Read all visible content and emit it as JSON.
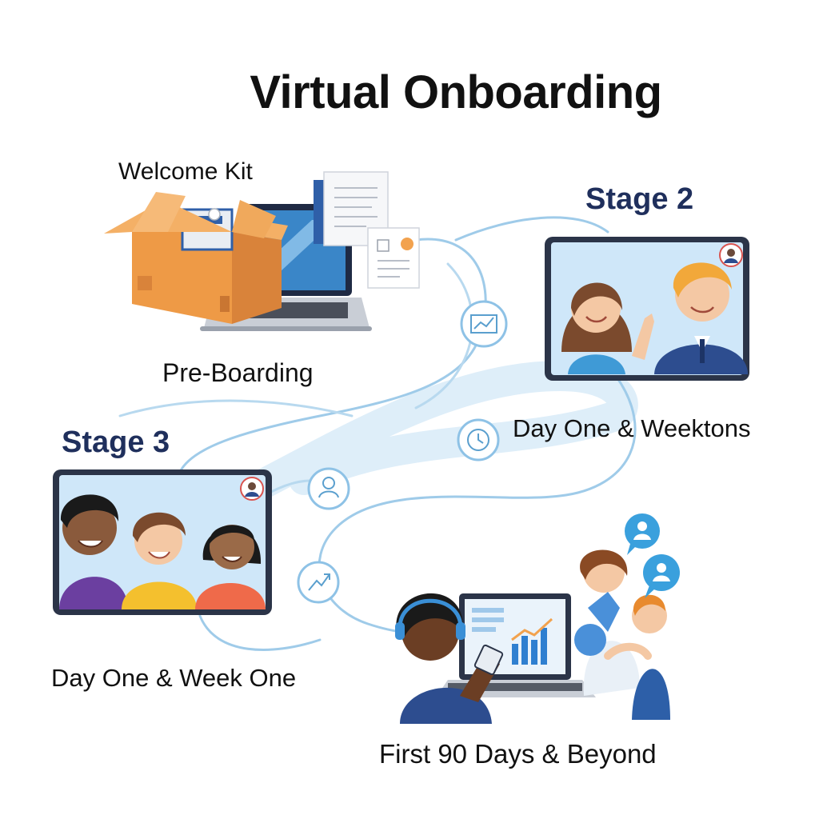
{
  "title": "Virtual Onboarding",
  "labels": {
    "welcome_kit": "Welcome Kit",
    "pre_boarding": "Pre-Boarding",
    "stage2": "Stage 2",
    "stage3": "Stage 3",
    "day_one_weektons": "Day One & Weektons",
    "day_one_week_one": "Day One & Week One",
    "first_90_days": "First 90 Days & Beyond"
  },
  "icons": {
    "path_node_1": "line-chart-icon",
    "path_node_2": "clock-icon",
    "path_node_3": "person-icon",
    "path_node_4": "trend-arrow-icon",
    "chat_bubble_1": "user-chat-bubble-icon",
    "chat_bubble_2": "user-chat-bubble-icon"
  },
  "colors": {
    "title_text": "#111111",
    "stage_text": "#1f2f5c",
    "path_blue": "#8ec2e6",
    "path_light": "#cfe5f5",
    "box_orange": "#f2a24e",
    "frame_dark": "#2b3448",
    "screen_blue": "#cfe7f9"
  }
}
